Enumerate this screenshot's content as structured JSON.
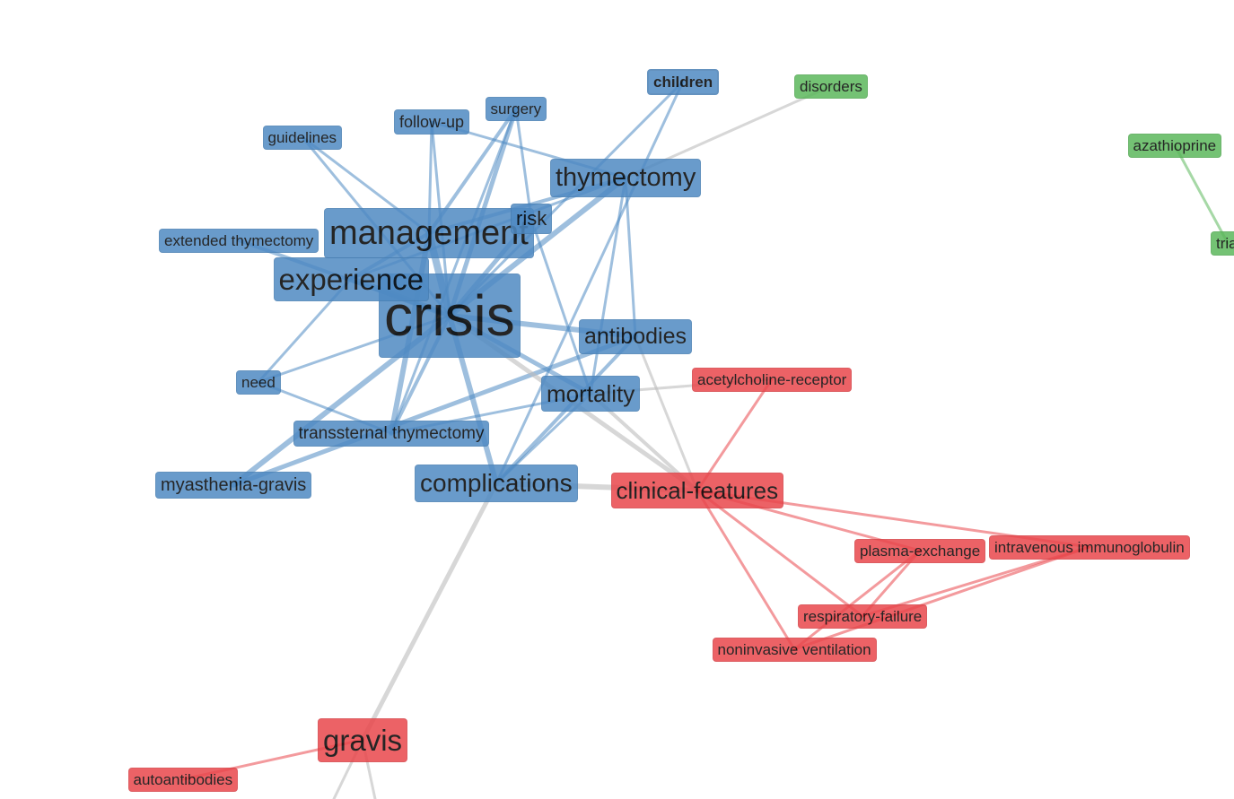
{
  "colors": {
    "cluster_blue": "#4f8ac3",
    "cluster_red": "#e9474c",
    "cluster_green": "#5cb85c",
    "edge_blue": "#4f8ac3",
    "edge_red": "#e9474c",
    "edge_green": "#5cb85c",
    "edge_gray": "#bdbdbd"
  },
  "nodes": [
    {
      "id": "crisis",
      "label": "crisis",
      "cluster": "blue"
    },
    {
      "id": "management",
      "label": "management",
      "cluster": "blue"
    },
    {
      "id": "experience",
      "label": "experience",
      "cluster": "blue"
    },
    {
      "id": "thymectomy",
      "label": "thymectomy",
      "cluster": "blue"
    },
    {
      "id": "risk",
      "label": "risk",
      "cluster": "blue"
    },
    {
      "id": "antibodies",
      "label": "antibodies",
      "cluster": "blue"
    },
    {
      "id": "mortality",
      "label": "mortality",
      "cluster": "blue"
    },
    {
      "id": "complications",
      "label": "complications",
      "cluster": "blue"
    },
    {
      "id": "transsternal",
      "label": "transsternal thymectomy",
      "cluster": "blue"
    },
    {
      "id": "extended",
      "label": "extended thymectomy",
      "cluster": "blue"
    },
    {
      "id": "guidelines",
      "label": "guidelines",
      "cluster": "blue"
    },
    {
      "id": "followup",
      "label": "follow-up",
      "cluster": "blue"
    },
    {
      "id": "surgery",
      "label": "surgery",
      "cluster": "blue"
    },
    {
      "id": "children",
      "label": "children",
      "cluster": "blue",
      "selected": true
    },
    {
      "id": "need",
      "label": "need",
      "cluster": "blue"
    },
    {
      "id": "myasthenia",
      "label": "myasthenia-gravis",
      "cluster": "blue"
    },
    {
      "id": "disorders",
      "label": "disorders",
      "cluster": "green"
    },
    {
      "id": "azathioprine",
      "label": "azathioprine",
      "cluster": "green"
    },
    {
      "id": "trial",
      "label": "tria",
      "cluster": "green"
    },
    {
      "id": "clinical",
      "label": "clinical-features",
      "cluster": "red"
    },
    {
      "id": "achr",
      "label": "acetylcholine-receptor",
      "cluster": "red"
    },
    {
      "id": "plasma",
      "label": "plasma-exchange",
      "cluster": "red"
    },
    {
      "id": "ivig",
      "label": "intravenous immunoglobulin",
      "cluster": "red"
    },
    {
      "id": "respfail",
      "label": "respiratory-failure",
      "cluster": "red"
    },
    {
      "id": "niv",
      "label": "noninvasive ventilation",
      "cluster": "red"
    },
    {
      "id": "gravis",
      "label": "gravis",
      "cluster": "red"
    },
    {
      "id": "autoantibodies",
      "label": "autoantibodies",
      "cluster": "red"
    }
  ],
  "edges": [
    {
      "s": "crisis",
      "t": "management",
      "c": "blue",
      "w": 8
    },
    {
      "s": "crisis",
      "t": "experience",
      "c": "blue",
      "w": 7
    },
    {
      "s": "crisis",
      "t": "thymectomy",
      "c": "blue",
      "w": 6
    },
    {
      "s": "crisis",
      "t": "risk",
      "c": "blue",
      "w": 5
    },
    {
      "s": "crisis",
      "t": "antibodies",
      "c": "blue",
      "w": 6
    },
    {
      "s": "crisis",
      "t": "mortality",
      "c": "blue",
      "w": 5
    },
    {
      "s": "crisis",
      "t": "complications",
      "c": "blue",
      "w": 6
    },
    {
      "s": "crisis",
      "t": "transsternal",
      "c": "blue",
      "w": 4
    },
    {
      "s": "crisis",
      "t": "extended",
      "c": "blue",
      "w": 4
    },
    {
      "s": "crisis",
      "t": "guidelines",
      "c": "blue",
      "w": 3
    },
    {
      "s": "crisis",
      "t": "followup",
      "c": "blue",
      "w": 3
    },
    {
      "s": "crisis",
      "t": "surgery",
      "c": "blue",
      "w": 5
    },
    {
      "s": "crisis",
      "t": "children",
      "c": "blue",
      "w": 3
    },
    {
      "s": "crisis",
      "t": "need",
      "c": "blue",
      "w": 3
    },
    {
      "s": "crisis",
      "t": "myasthenia",
      "c": "blue",
      "w": 6
    },
    {
      "s": "management",
      "t": "thymectomy",
      "c": "blue",
      "w": 4
    },
    {
      "s": "management",
      "t": "transsternal",
      "c": "blue",
      "w": 6
    },
    {
      "s": "management",
      "t": "surgery",
      "c": "blue",
      "w": 4
    },
    {
      "s": "management",
      "t": "guidelines",
      "c": "blue",
      "w": 3
    },
    {
      "s": "management",
      "t": "followup",
      "c": "blue",
      "w": 3
    },
    {
      "s": "management",
      "t": "experience",
      "c": "blue",
      "w": 4
    },
    {
      "s": "experience",
      "t": "thymectomy",
      "c": "blue",
      "w": 3
    },
    {
      "s": "experience",
      "t": "need",
      "c": "blue",
      "w": 3
    },
    {
      "s": "thymectomy",
      "t": "antibodies",
      "c": "blue",
      "w": 3
    },
    {
      "s": "thymectomy",
      "t": "mortality",
      "c": "blue",
      "w": 3
    },
    {
      "s": "thymectomy",
      "t": "followup",
      "c": "blue",
      "w": 3
    },
    {
      "s": "surgery",
      "t": "transsternal",
      "c": "blue",
      "w": 3
    },
    {
      "s": "surgery",
      "t": "risk",
      "c": "blue",
      "w": 3
    },
    {
      "s": "risk",
      "t": "mortality",
      "c": "blue",
      "w": 3
    },
    {
      "s": "antibodies",
      "t": "myasthenia",
      "c": "blue",
      "w": 5
    },
    {
      "s": "antibodies",
      "t": "complications",
      "c": "blue",
      "w": 4
    },
    {
      "s": "mortality",
      "t": "transsternal",
      "c": "blue",
      "w": 3
    },
    {
      "s": "mortality",
      "t": "complications",
      "c": "blue",
      "w": 3
    },
    {
      "s": "transsternal",
      "t": "need",
      "c": "blue",
      "w": 3
    },
    {
      "s": "complications",
      "t": "children",
      "c": "blue",
      "w": 3
    },
    {
      "s": "complications",
      "t": "clinical",
      "c": "gray",
      "w": 6
    },
    {
      "s": "crisis",
      "t": "clinical",
      "c": "gray",
      "w": 5
    },
    {
      "s": "mortality",
      "t": "clinical",
      "c": "gray",
      "w": 4
    },
    {
      "s": "antibodies",
      "t": "clinical",
      "c": "gray",
      "w": 3
    },
    {
      "s": "mortality",
      "t": "achr",
      "c": "gray",
      "w": 3
    },
    {
      "s": "thymectomy",
      "t": "disorders",
      "c": "gray",
      "w": 3
    },
    {
      "s": "complications",
      "t": "gravis",
      "c": "gray",
      "w": 5
    },
    {
      "s": "clinical",
      "t": "achr",
      "c": "red",
      "w": 3
    },
    {
      "s": "clinical",
      "t": "plasma",
      "c": "red",
      "w": 3
    },
    {
      "s": "clinical",
      "t": "ivig",
      "c": "red",
      "w": 3
    },
    {
      "s": "clinical",
      "t": "respfail",
      "c": "red",
      "w": 3
    },
    {
      "s": "clinical",
      "t": "niv",
      "c": "red",
      "w": 3
    },
    {
      "s": "plasma",
      "t": "respfail",
      "c": "red",
      "w": 3
    },
    {
      "s": "plasma",
      "t": "niv",
      "c": "red",
      "w": 3
    },
    {
      "s": "ivig",
      "t": "respfail",
      "c": "red",
      "w": 3
    },
    {
      "s": "ivig",
      "t": "niv",
      "c": "red",
      "w": 3
    },
    {
      "s": "gravis",
      "t": "autoantibodies",
      "c": "red",
      "w": 3
    },
    {
      "s": "azathioprine",
      "t": "trial",
      "c": "green",
      "w": 3
    }
  ]
}
